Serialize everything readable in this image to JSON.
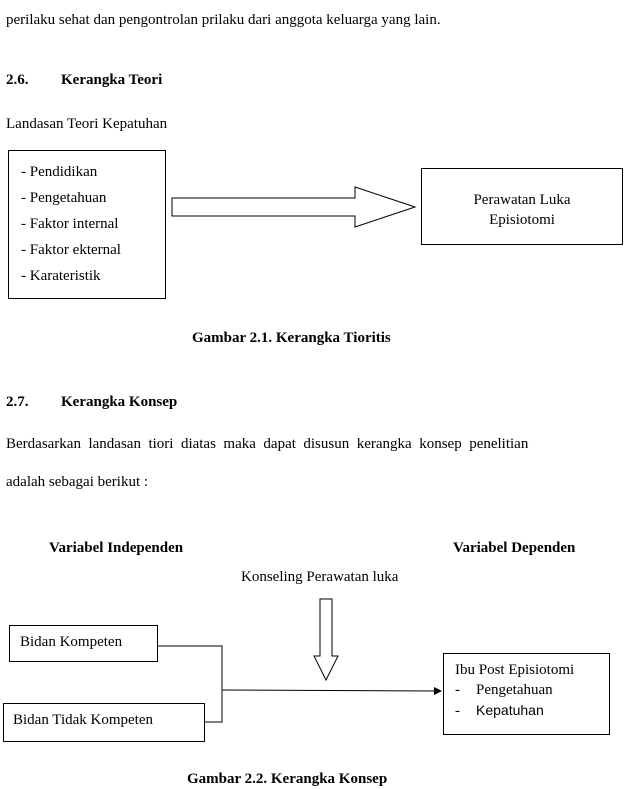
{
  "top_line": "perilaku sehat dan pengontrolan prilaku dari anggota keluarga yang lain.",
  "section_26": {
    "number": "2.6.",
    "title": "Kerangka Teori"
  },
  "landasan": "Landasan Teori Kepatuhan",
  "theory_box_items": [
    "Pendidikan",
    "Pengetahuan",
    "Faktor internal",
    "Faktor ekternal",
    "Karateristik"
  ],
  "theory_result_box": {
    "line1": "Perawatan Luka",
    "line2": "Episiotomi"
  },
  "figure_21_caption": "Gambar  2.1. Kerangka Tioritis",
  "section_27": {
    "number": "2.7.",
    "title": "Kerangka Konsep"
  },
  "paragraph_line1": "Berdasarkan  landasan  tiori  diatas  maka  dapat  disusun  kerangka  konsep  penelitian",
  "paragraph_line2": "adalah sebagai berikut :",
  "var_independen": "Variabel Independen",
  "var_dependen": "Variabel Dependen",
  "konseling": "Konseling Perawatan luka",
  "box_bidan_kompeten": "Bidan Kompeten",
  "box_bidan_tidak": "Bidan Tidak Kompeten",
  "outcome_box": {
    "title": "Ibu Post Episiotomi",
    "items": [
      "Pengetahuan",
      "Kepatuhan"
    ]
  },
  "figure_22_caption": "Gambar 2.2. Kerangka Konsep"
}
